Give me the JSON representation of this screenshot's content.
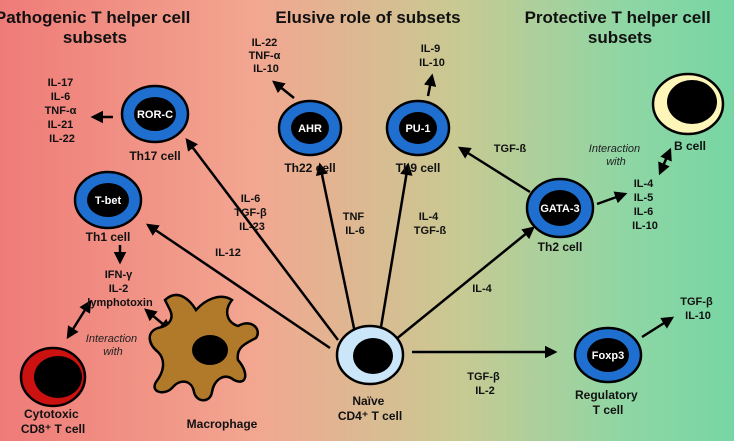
{
  "headers": {
    "pathogenic": [
      "Pathogenic T helper cell",
      "subsets"
    ],
    "elusive": "Elusive role of subsets",
    "protective": [
      "Protective T helper cell",
      "subsets"
    ]
  },
  "cells": {
    "th17": {
      "marker": "ROR-C",
      "name": "Th17 cell"
    },
    "th1": {
      "marker": "T-bet",
      "name": "Th1 cell"
    },
    "th22": {
      "marker": "AHR",
      "name": "Th22 cell"
    },
    "th9": {
      "marker": "PU-1",
      "name": "Th9 cell"
    },
    "th2": {
      "marker": "GATA-3",
      "name": "Th2 cell"
    },
    "treg": {
      "marker": "Foxp3",
      "name": [
        "Regulatory",
        "T cell"
      ]
    },
    "bcell": {
      "name": "B cell"
    },
    "naive": {
      "name": [
        "Naïve",
        "CD4⁺ T cell"
      ]
    },
    "cytotoxic": {
      "name": [
        "Cytotoxic",
        "CD8⁺ T cell"
      ]
    },
    "macrophage": {
      "name": "Macrophage"
    }
  },
  "cytokines": {
    "th17_out": [
      "IL-17",
      "IL-6",
      "TNF-α",
      "IL-21",
      "IL-22"
    ],
    "th22_out": [
      "IL-22",
      "TNF-α",
      "IL-10"
    ],
    "th9_out": [
      "IL-9",
      "IL-10"
    ],
    "th1_out": [
      "IFN-γ",
      "IL-2",
      "lymphotoxin"
    ],
    "th2_out": [
      "IL-4",
      "IL-5",
      "IL-6",
      "IL-10"
    ],
    "treg_out": [
      "TGF-β",
      "IL-10"
    ],
    "to_th17": [
      "IL-6",
      "TGF-β",
      "IL-23"
    ],
    "to_th1": "IL-12",
    "to_th22": [
      "TNF",
      "IL-6"
    ],
    "to_th9": [
      "IL-4",
      "TGF-ß"
    ],
    "to_th2": "IL-4",
    "to_treg": [
      "TGF-β",
      "IL-2"
    ],
    "th2_to_th9": "TGF-ß"
  },
  "interaction": [
    "Interaction",
    "with"
  ],
  "colors": {
    "cell_blue": "#1f6fd1",
    "cell_red": "#cc1111",
    "b_cell_yellow": "#fdf6b8",
    "naive_light": "#cbe6f8",
    "macrophage_brown": "#b07a2a"
  }
}
